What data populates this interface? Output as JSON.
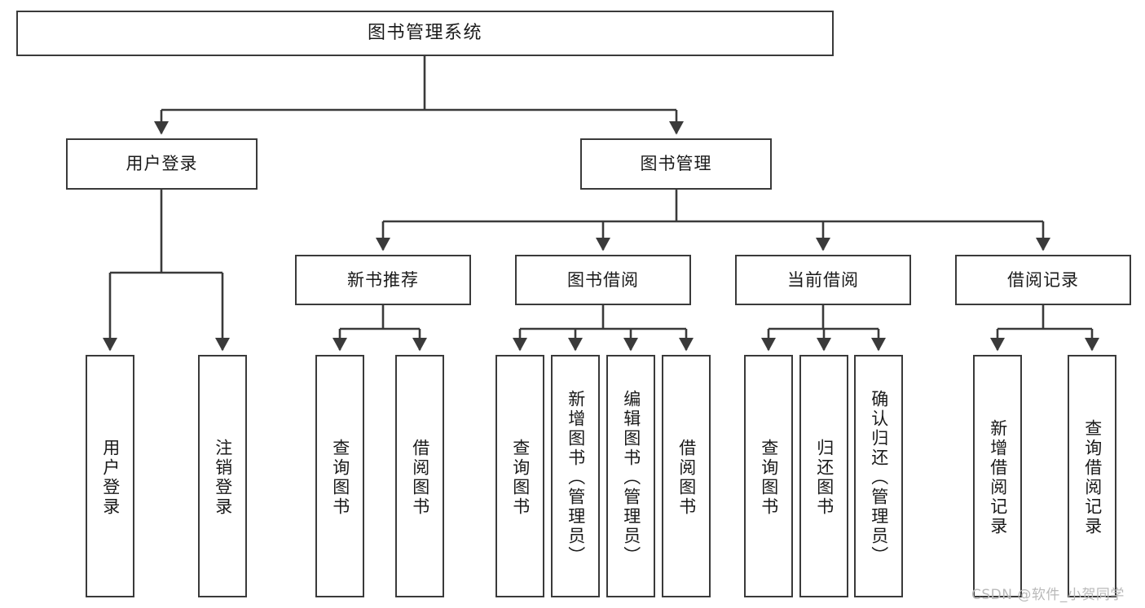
{
  "diagram": {
    "type": "tree-hierarchy",
    "title": "图书管理系统",
    "style": {
      "box_border": "#3a3a3a",
      "box_fill": "#ffffff",
      "edge_color": "#3a3a3a",
      "text_color": "#1a1a1a",
      "background": "#ffffff",
      "watermark_color": "#b9b9b9"
    },
    "levels": {
      "root": {
        "label": "图书管理系统"
      },
      "level2": [
        {
          "id": "user-login",
          "label": "用户登录"
        },
        {
          "id": "book-management",
          "label": "图书管理"
        }
      ],
      "level3": [
        {
          "id": "new-book-recommend",
          "label": "新书推荐",
          "parent": "book-management"
        },
        {
          "id": "book-borrow",
          "label": "图书借阅",
          "parent": "book-management"
        },
        {
          "id": "current-borrow",
          "label": "当前借阅",
          "parent": "book-management"
        },
        {
          "id": "borrow-record",
          "label": "借阅记录",
          "parent": "book-management"
        }
      ],
      "leaves": [
        {
          "id": "leaf-user-login",
          "label": "用户登录",
          "parent": "user-login"
        },
        {
          "id": "leaf-logout",
          "label": "注销登录",
          "parent": "user-login"
        },
        {
          "id": "leaf-query-book-1",
          "label": "查询图书",
          "parent": "new-book-recommend"
        },
        {
          "id": "leaf-borrow-book-1",
          "label": "借阅图书",
          "parent": "new-book-recommend"
        },
        {
          "id": "leaf-query-book-2",
          "label": "查询图书",
          "parent": "book-borrow"
        },
        {
          "id": "leaf-add-book",
          "label": "新增图书（管理员）",
          "parent": "book-borrow"
        },
        {
          "id": "leaf-edit-book",
          "label": "编辑图书（管理员）",
          "parent": "book-borrow"
        },
        {
          "id": "leaf-borrow-book-2",
          "label": "借阅图书",
          "parent": "book-borrow"
        },
        {
          "id": "leaf-query-book-3",
          "label": "查询图书",
          "parent": "current-borrow"
        },
        {
          "id": "leaf-return-book",
          "label": "归还图书",
          "parent": "current-borrow"
        },
        {
          "id": "leaf-confirm-return",
          "label": "确认归还（管理员）",
          "parent": "current-borrow"
        },
        {
          "id": "leaf-add-record",
          "label": "新增借阅记录",
          "parent": "borrow-record"
        },
        {
          "id": "leaf-query-record",
          "label": "查询借阅记录",
          "parent": "borrow-record"
        }
      ]
    },
    "watermark": "CSDN @软件_小贺同学"
  }
}
